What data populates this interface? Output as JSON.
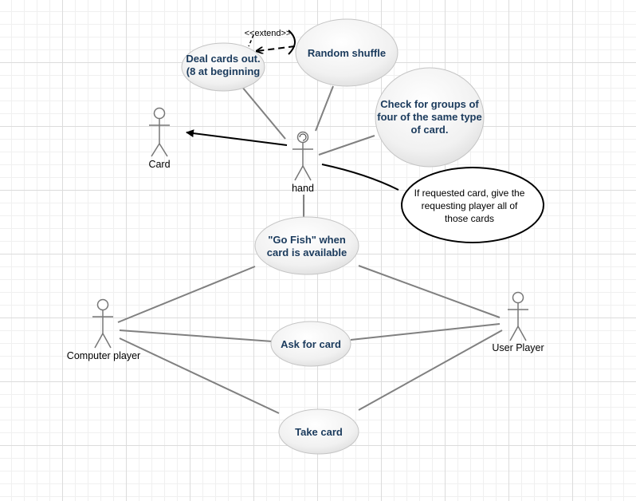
{
  "actors": {
    "card": "Card",
    "hand": "hand",
    "computer": "Computer player",
    "user": "User Player"
  },
  "use_cases": {
    "deal": [
      "Deal cards out.",
      "(8 at beginning"
    ],
    "shuffle": [
      "Random shuffle"
    ],
    "check": [
      "Check for groups of",
      "four of the same type",
      "of card."
    ],
    "give": [
      "If requested card, give the",
      "requesting player all of",
      "those cards"
    ],
    "gofish": [
      "\"Go Fish\" when",
      "card is available"
    ],
    "ask": [
      "Ask for card"
    ],
    "take": [
      "Take card"
    ]
  },
  "stereotypes": {
    "extend": "<<extend>>"
  },
  "colors": {
    "usecase_text": "#1a3a5c",
    "line": "#808080",
    "actor": "#777777"
  }
}
